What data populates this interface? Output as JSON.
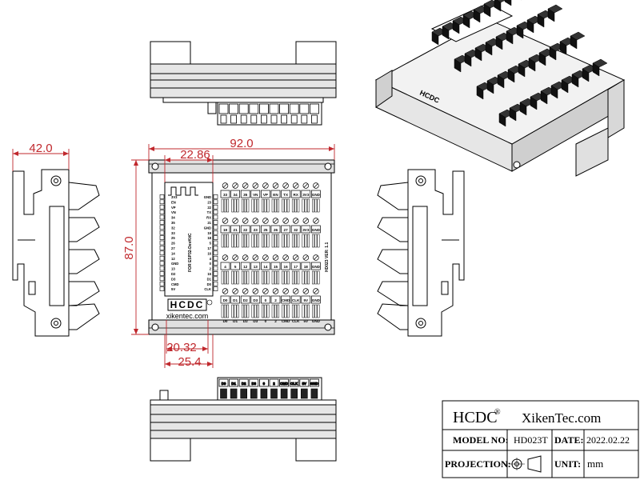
{
  "dimensions": {
    "width_label": "92.0",
    "height_label": "87.0",
    "side_depth_label": "42.0",
    "module_width_label": "22.86",
    "pin_span_label": "20.32",
    "module_length_label": "25.4"
  },
  "board": {
    "brand": "HCDC",
    "website": "xikentec.com",
    "side_text": "FOR ESP32-DevKitC",
    "version_text": "HD023 VER: 1.1",
    "left_pins": [
      "3V3",
      "EN",
      "VP",
      "VN",
      "34",
      "35",
      "32",
      "33",
      "25",
      "26",
      "27",
      "14",
      "12",
      "GND",
      "13",
      "D2",
      "D3",
      "CMD",
      "5V"
    ],
    "right_pins": [
      "GND",
      "23",
      "22",
      "TX",
      "RX",
      "21",
      "GND",
      "19",
      "18",
      "5",
      "17",
      "16",
      "4",
      "0",
      "2",
      "15",
      "D1",
      "D0",
      "CLK"
    ],
    "row_top_labels": [
      "33",
      "34",
      "35",
      "VN",
      "VP",
      "EN",
      "TX",
      "RX",
      "3V3",
      "GND"
    ],
    "row2_labels": [
      "19",
      "21",
      "22",
      "23",
      "25",
      "26",
      "27",
      "32",
      "3V3",
      "GND"
    ],
    "row3_labels": [
      "4",
      "5",
      "12",
      "13",
      "14",
      "15",
      "16",
      "17",
      "18",
      "GND"
    ],
    "row4_labels": [
      "D0",
      "D1",
      "D2",
      "D3",
      "0",
      "2",
      "CMD",
      "CLK",
      "5V",
      "GND"
    ]
  },
  "bottom_view": {
    "labels": [
      "D0",
      "D1",
      "D2",
      "D3",
      "0",
      "2",
      "CMD",
      "CLK",
      "5V",
      "GND"
    ]
  },
  "title_block": {
    "brand": "HCDC",
    "registered": "®",
    "company": "XikenTec.com",
    "model_no_label": "MODEL NO:",
    "model_no_value": "HD023T",
    "date_label": "DATE:",
    "date_value": "2022.02.22",
    "projection_label": "PROJECTION:",
    "unit_label": "UNIT:",
    "unit_value": "mm"
  },
  "colors": {
    "dimension": "#c0282d",
    "line": "#000000",
    "terminal_fill": "#222222",
    "rail_fill": "#d9d9d9"
  }
}
